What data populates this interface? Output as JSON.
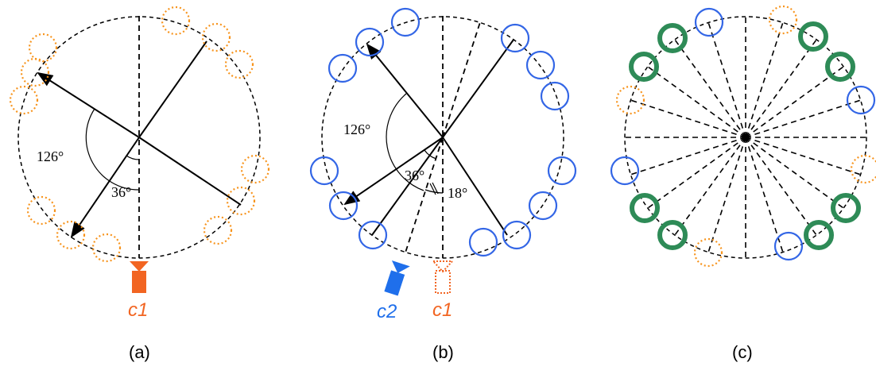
{
  "colors": {
    "orange": "#F7941D",
    "orange_solid": "#F26522",
    "blue": "#3366E6",
    "blue_solid": "#1F6FEB",
    "green": "#2E8B57",
    "line": "#000000"
  },
  "panels": {
    "a": {
      "caption": "(a)",
      "angle_outer": "126°",
      "angle_inner": "36°",
      "camera_label": "c1"
    },
    "b": {
      "caption": "(b)",
      "angle_outer": "126°",
      "angle_inner": "36°",
      "angle_small": "18°",
      "camera_label_1": "c2",
      "camera_label_2": "c1"
    },
    "c": {
      "caption": "(c)"
    }
  }
}
